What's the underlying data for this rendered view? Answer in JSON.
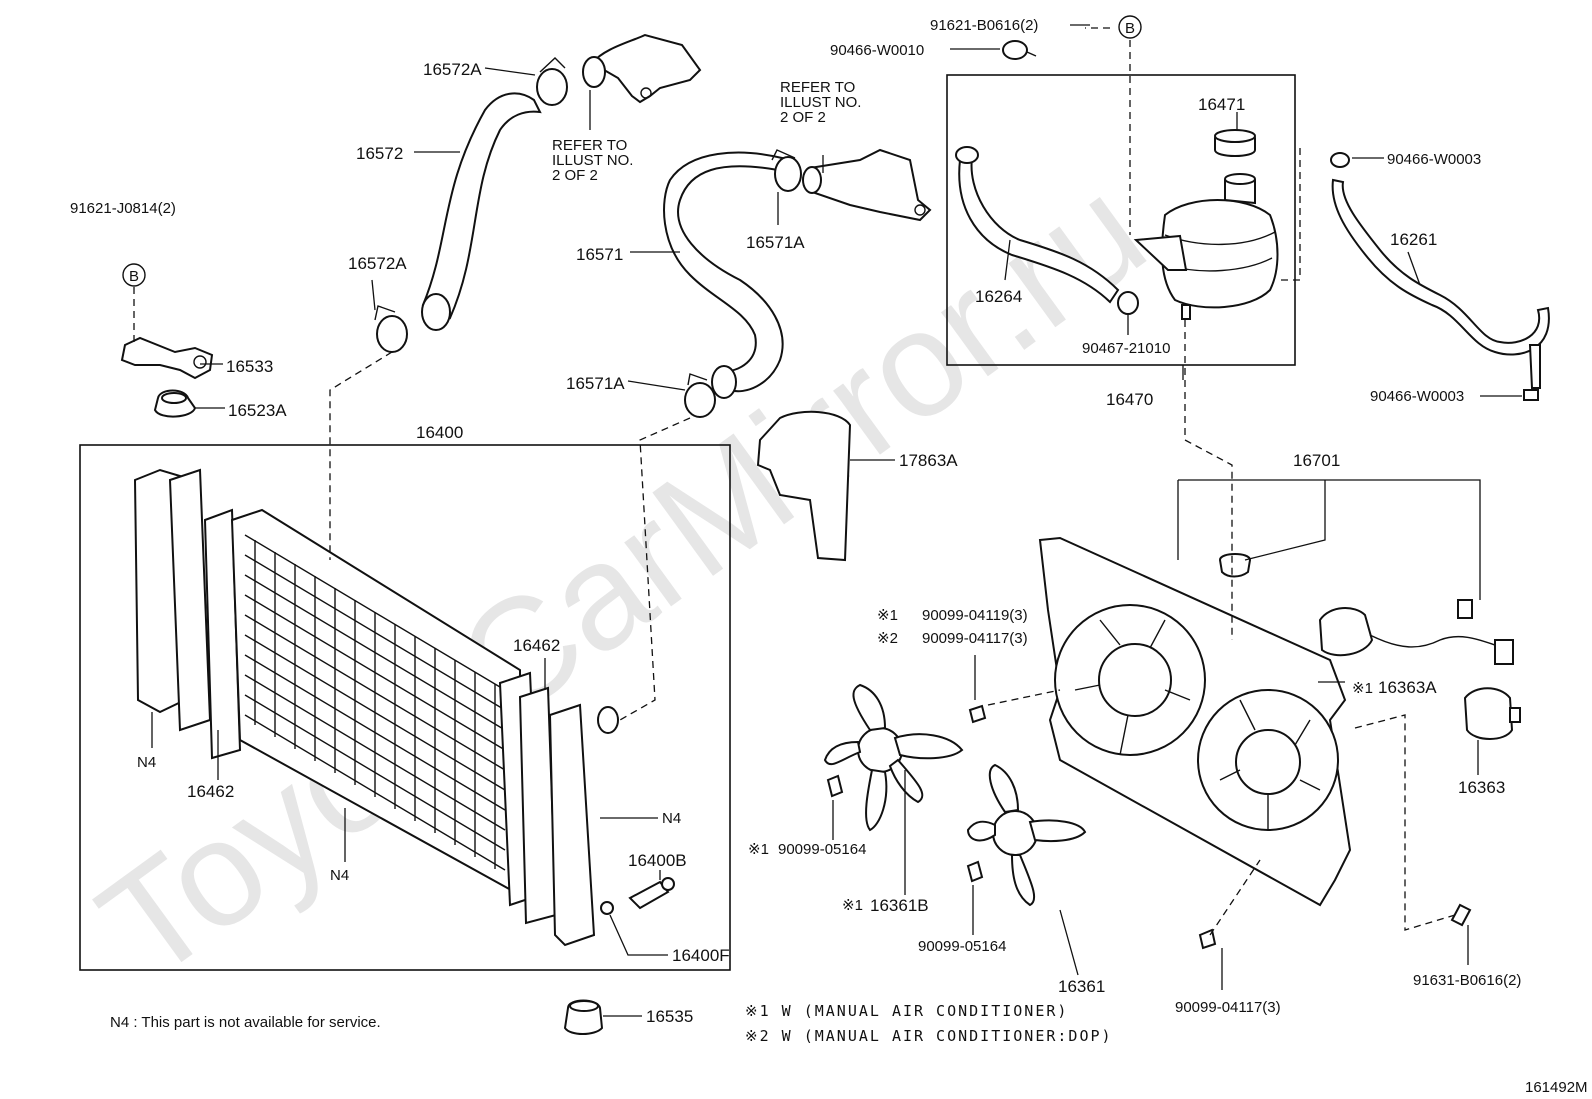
{
  "watermark": "ToyotaCarMirror.ru",
  "drawing_number": "161492M",
  "labels": {
    "p16572A_top": "16572A",
    "p16572": "16572",
    "refer1": [
      "REFER TO",
      "ILLUST NO.",
      "2 OF 2"
    ],
    "p91621_J0814": "91621-J0814(2)",
    "p16572A_low": "16572A",
    "p16533": "16533",
    "p16523A": "16523A",
    "p16400": "16400",
    "p16571": "16571",
    "p16571A_top": "16571A",
    "p16571A_low": "16571A",
    "refer2": [
      "REFER TO",
      "ILLUST NO.",
      "2 OF 2"
    ],
    "p91621_B0616": "91621-B0616(2)",
    "p90466_W0010": "90466-W0010",
    "p16471": "16471",
    "p16264": "16264",
    "p90467_21010": "90467-21010",
    "p16470": "16470",
    "p90466_W0003_top": "90466-W0003",
    "p16261": "16261",
    "p90466_W0003_low": "90466-W0003",
    "p17863A": "17863A",
    "p16701": "16701",
    "p16462_top": "16462",
    "p16462_left": "16462",
    "n4_left": "N4",
    "n4_bottom": "N4",
    "n4_right": "N4",
    "p16400B": "16400B",
    "p16400F": "16400F",
    "p16535": "16535",
    "p90099_04119": "90099-04119(3)",
    "p90099_04117_a": "90099-04117(3)",
    "mark1_a": "※1",
    "mark2_a": "※2",
    "p16363A": "16363A",
    "mark1_b": "※1",
    "p16363": "16363",
    "p90099_05164_a": "90099-05164",
    "mark1_c": "※1",
    "p16361B": "16361B",
    "mark1_d": "※1",
    "p90099_05164_b": "90099-05164",
    "p16361": "16361",
    "p90099_04117_b": "90099-04117(3)",
    "p91631_B0616": "91631-B0616(2)",
    "b_marker": "B"
  },
  "notes": {
    "n4": "N4 : This part is not available for service.",
    "note1": "※1 W (MANUAL  AIR  CONDITIONER)",
    "note2": "※2 W (MANUAL  AIR  CONDITIONER:DOP)"
  }
}
